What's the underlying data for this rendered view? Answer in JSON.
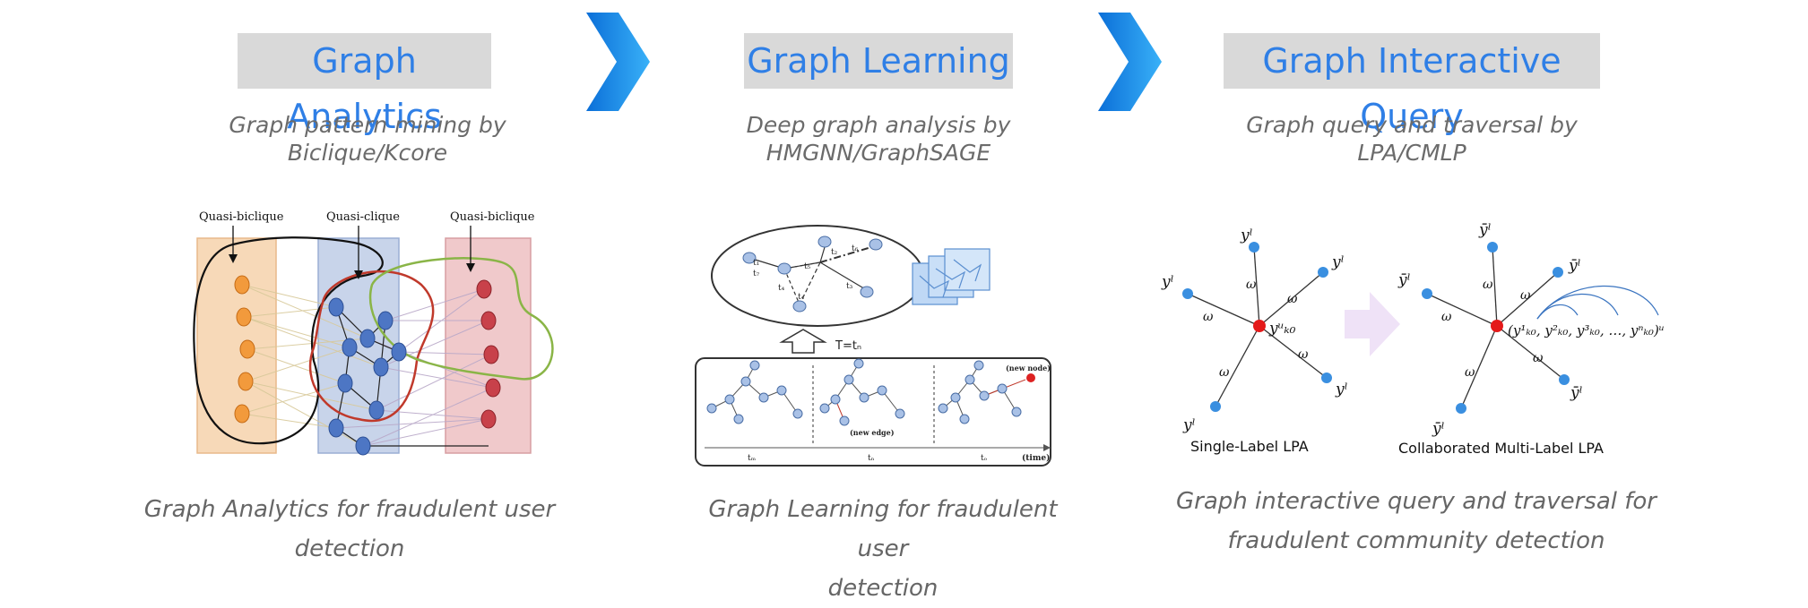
{
  "colors": {
    "title_text": "#2f7fe6",
    "title_bg": "#d9d9d9",
    "arrow": "#1e8ff0"
  },
  "sections": [
    {
      "title": "Graph Analytics",
      "subtitle_line1": "Graph pattern mining by",
      "subtitle_line2": "Biclique/Kcore",
      "caption_line1": "Graph Analytics for fraudulent  user",
      "caption_line2": "detection",
      "labels": {
        "left": "Quasi-biclique",
        "middle": "Quasi-clique",
        "right": "Quasi-biclique"
      }
    },
    {
      "title": "Graph Learning",
      "subtitle_line1": "Deep graph analysis by",
      "subtitle_line2": "HMGNN/GraphSAGE",
      "caption_line1": "Graph Learning for fraudulent  user",
      "caption_line2": "detection",
      "labels": {
        "t1": "t₁",
        "t2": "t₂",
        "t3": "t₃",
        "t4": "t₄",
        "t5": "t₅",
        "t6": "t₆",
        "t7": "t₇",
        "tn_arrow": "T=tₙ",
        "new_node": "(new node)",
        "new_edge": "(new edge)",
        "tm": "tₘ",
        "tn": "tₙ",
        "to": "tₒ",
        "time": "(time)"
      }
    },
    {
      "title": "Graph Interactive Query",
      "subtitle_line1": "Graph query and traversal by",
      "subtitle_line2": "LPA/CMLP",
      "caption_line1": "Graph interactive query and traversal  for",
      "caption_line2": "fraudulent community detection",
      "labels": {
        "single": "Single-Label LPA",
        "multi": "Collaborated Multi-Label LPA",
        "yl": "yˡ",
        "ybar": "ȳˡ",
        "omega": "ω",
        "center_single": "yᵘₖ₀",
        "center_multi": "(y¹ₖ₀, y²ₖ₀, y³ₖ₀, …, yⁿₖ₀)ᵘ"
      }
    }
  ]
}
